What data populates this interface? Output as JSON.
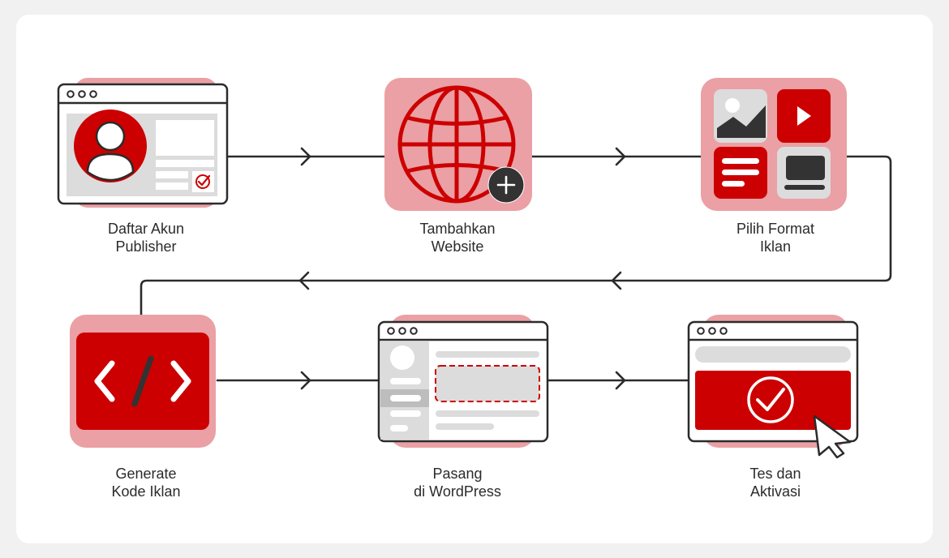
{
  "colors": {
    "page_bg": "#f1f1f1",
    "card_bg": "#ffffff",
    "accent_red": "#cc0000",
    "soft_pink": "#eaa0a4",
    "outline": "#2b2b2b",
    "placeholder_gray": "#dcdcdc",
    "text": "#2b2b2b"
  },
  "steps": [
    {
      "id": "daftar-akun",
      "line1": "Daftar Akun",
      "line2": "Publisher",
      "icon": "user-profile-window-icon"
    },
    {
      "id": "tambahkan-website",
      "line1": "Tambahkan",
      "line2": "Website",
      "icon": "globe-add-icon"
    },
    {
      "id": "pilih-format",
      "line1": "Pilih Format",
      "line2": "Iklan",
      "icon": "ad-format-grid-icon"
    },
    {
      "id": "generate-kode",
      "line1": "Generate",
      "line2": "Kode Iklan",
      "icon": "code-brackets-icon"
    },
    {
      "id": "pasang-wordpress",
      "line1": "Pasang",
      "line2": "di WordPress",
      "icon": "wordpress-layout-window-icon"
    },
    {
      "id": "tes-aktivasi",
      "line1": "Tes dan",
      "line2": "Aktivasi",
      "icon": "checkmark-click-window-icon"
    }
  ]
}
